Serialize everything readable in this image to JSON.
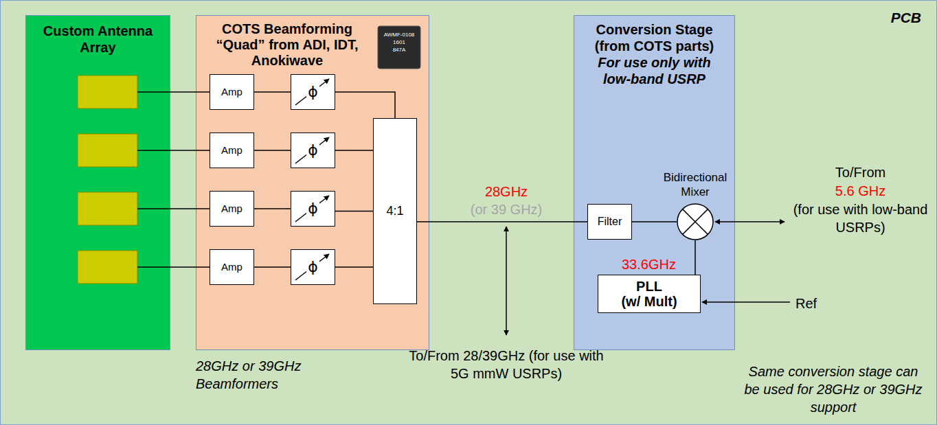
{
  "diagram": {
    "nodes": [
      {
        "text": [
          "PCB"
        ]
      },
      {
        "text": [
          "Custom Antenna Array"
        ],
        "in": 0
      },
      {
        "text": [
          "COTS Beamforming “Quad” from ADI, IDT, Anokiwave"
        ],
        "in": 0
      },
      {
        "text": [
          "Amp"
        ],
        "in": 2
      },
      {
        "text": [
          "Amp"
        ],
        "in": 2
      },
      {
        "text": [
          "Amp"
        ],
        "in": 2
      },
      {
        "text": [
          "Amp"
        ],
        "in": 2
      },
      {
        "text": [
          "ϕ"
        ],
        "in": 2
      },
      {
        "text": [
          "ϕ"
        ],
        "in": 2
      },
      {
        "text": [
          "ϕ"
        ],
        "in": 2
      },
      {
        "text": [
          "ϕ"
        ],
        "in": 2
      },
      {
        "text": [
          "4:1"
        ],
        "in": 2
      },
      {
        "text": [
          "Conversion Stage (from COTS parts)",
          "For use only with low-band USRP"
        ],
        "in": 0
      },
      {
        "text": [
          "Filter"
        ],
        "in": 12
      },
      {
        "text": [
          "Bidirectional Mixer"
        ],
        "in": 12
      },
      {
        "text": [
          "PLL",
          "(w/ Mult)"
        ],
        "in": 12
      }
    ],
    "edges": [
      {
        "from": 3,
        "to": 7,
        "arrow": "none"
      },
      {
        "from": 4,
        "to": 8,
        "arrow": "none"
      },
      {
        "from": 5,
        "to": 9,
        "arrow": "none"
      },
      {
        "from": 6,
        "to": 10,
        "arrow": "none"
      },
      {
        "from": 7,
        "to": 11,
        "arrow": "none"
      },
      {
        "from": 8,
        "to": 11,
        "arrow": "none"
      },
      {
        "from": 9,
        "to": 11,
        "arrow": "none"
      },
      {
        "from": 10,
        "to": 11,
        "arrow": "none"
      },
      {
        "from": 11,
        "to": 13,
        "arrow": "none"
      },
      {
        "from": 13,
        "to": 14,
        "arrow": "none"
      },
      {
        "from": 15,
        "to": 14,
        "arrow": "none"
      }
    ],
    "labels": [
      "28GHz",
      "(or 39 GHz)",
      "33.6GHz",
      "To/From",
      "5.6 GHz",
      "(for use with low-band USRPs)",
      "Ref",
      "28GHz or 39GHz Beamformers",
      "To/From 28/39GHz (for use with 5G mmW USRPs)",
      "Same conversion stage can be used for 28GHz or 39GHz support",
      "AWMF-0108",
      "1601",
      "847A"
    ]
  }
}
